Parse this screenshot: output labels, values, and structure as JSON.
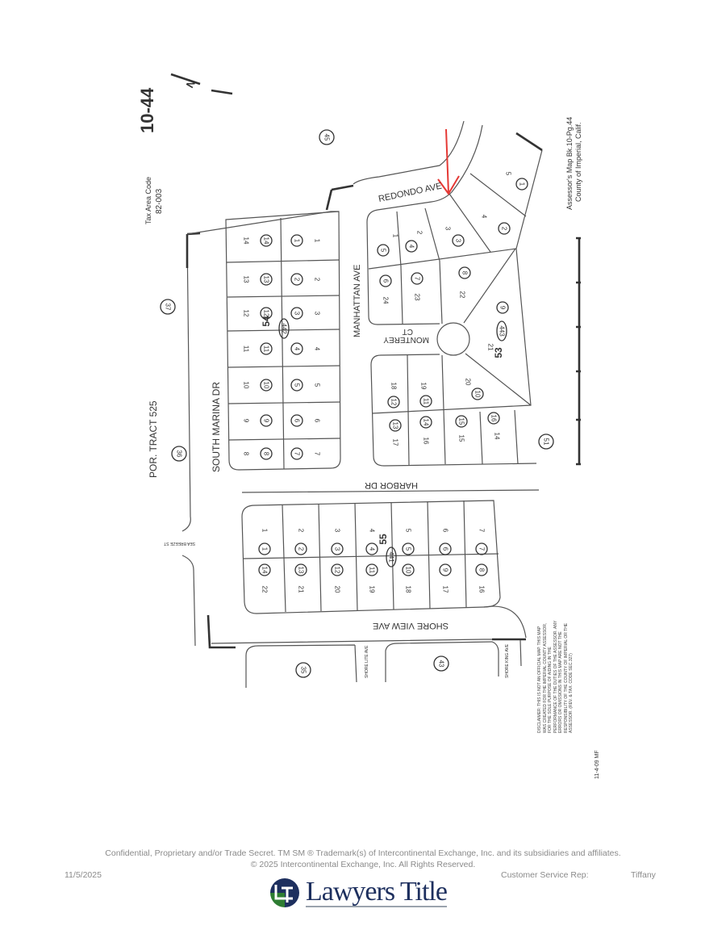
{
  "map": {
    "sheet": "10-44",
    "north_label": "N",
    "tax_area_label": "Tax Area Code",
    "tax_area_code": "82-003",
    "tract": "POR. TRACT 525",
    "streets": {
      "south_marina": "SOUTH MARINA DR",
      "manhattan": "MANHATTAN AVE",
      "redondo": "REDONDO AVE",
      "monterey": "MONTEREY",
      "monterey_ct": "CT",
      "harbor": "HARBOR DR",
      "shore_view": "SHORE VIEW AVE",
      "sea_breeze": "SEA BREEZE ST",
      "shore_lite": "SHORE LITE AVE",
      "shore_king": "SHORE KING AVE"
    },
    "map_ref": [
      "Assessor's Map Bk.10-Pg.44",
      "County of Imperial, Calif."
    ],
    "disclaimer": "DISCLAIMER: THIS IS NOT AN OFFICIAL MAP. THIS MAP WAS CREATED FOR THE IMPERIAL COUNTY ASSESSOR, FOR THE SOLE PURPOSE OF AIDING IN THE PERFORMANCE OF THE DUTIES OF THE ASSESSOR. ANY ERRORS OR OMISSIONS IN THIS MAP ARE NOT THE RESPONSIBILITY OF THE COUNTY OF IMPERIAL OR THE ASSESSOR. (REV. & TAX. CODE SEC.327)",
    "date_code": "11-4-09 MF",
    "parcels": [
      "45",
      "37",
      "36",
      "35",
      "43",
      "51"
    ],
    "annotation_color": "#e53935",
    "blocks": [
      {
        "block": "54",
        "book": "442",
        "lots": [
          {
            "circle": "14",
            "lot": "14"
          },
          {
            "circle": "13",
            "lot": "13"
          },
          {
            "circle": "12",
            "lot": "12"
          },
          {
            "circle": "11",
            "lot": "11"
          },
          {
            "circle": "10",
            "lot": "10"
          },
          {
            "circle": "9",
            "lot": "9"
          },
          {
            "circle": "8",
            "lot": "8"
          },
          {
            "circle": "1",
            "lot": "1"
          },
          {
            "circle": "2",
            "lot": "2"
          },
          {
            "circle": "3",
            "lot": "3"
          },
          {
            "circle": "4",
            "lot": "4"
          },
          {
            "circle": "5",
            "lot": "5"
          },
          {
            "circle": "6",
            "lot": "6"
          },
          {
            "circle": "7",
            "lot": "7"
          }
        ]
      },
      {
        "block": "53",
        "book": "443",
        "lots": [
          {
            "circle": "5",
            "lot": "1"
          },
          {
            "circle": "4",
            "lot": "2"
          },
          {
            "circle": "3",
            "lot": "3"
          },
          {
            "circle": "2",
            "lot": "4"
          },
          {
            "circle": "1",
            "lot": "5"
          },
          {
            "circle": "6",
            "lot": "24"
          },
          {
            "circle": "7",
            "lot": "23"
          },
          {
            "circle": "8",
            "lot": "22"
          },
          {
            "circle": "9",
            "lot": "21"
          },
          {
            "circle": "10",
            "lot": "20"
          },
          {
            "circle": "11",
            "lot": "19"
          },
          {
            "circle": "12",
            "lot": "18"
          },
          {
            "circle": "13",
            "lot": "17"
          },
          {
            "circle": "14",
            "lot": "16"
          },
          {
            "circle": "15",
            "lot": "15"
          },
          {
            "circle": "16",
            "lot": "14"
          }
        ]
      },
      {
        "block": "55",
        "book": "441",
        "lots": [
          {
            "circle": "1",
            "lot": "1"
          },
          {
            "circle": "2",
            "lot": "2"
          },
          {
            "circle": "3",
            "lot": "3"
          },
          {
            "circle": "4",
            "lot": "4"
          },
          {
            "circle": "5",
            "lot": "5"
          },
          {
            "circle": "6",
            "lot": "6"
          },
          {
            "circle": "7",
            "lot": "7"
          },
          {
            "circle": "14",
            "lot": "22"
          },
          {
            "circle": "13",
            "lot": "21"
          },
          {
            "circle": "12",
            "lot": "20"
          },
          {
            "circle": "11",
            "lot": "19"
          },
          {
            "circle": "10",
            "lot": "18"
          },
          {
            "circle": "9",
            "lot": "17"
          },
          {
            "circle": "8",
            "lot": "16"
          }
        ]
      }
    ]
  },
  "footer": {
    "confidential": "Confidential, Proprietary and/or Trade Secret.  TM SM  ® Trademark(s) of Intercontinental Exchange, Inc. and its subsidiaries and affiliates.",
    "copyright": "© 2025 Intercontinental Exchange, Inc. All Rights Reserved.",
    "date": "11/5/2025",
    "rep_label": "Customer Service Rep:",
    "rep_name": "Tiffany",
    "logo_text": "Lawyers Title"
  }
}
